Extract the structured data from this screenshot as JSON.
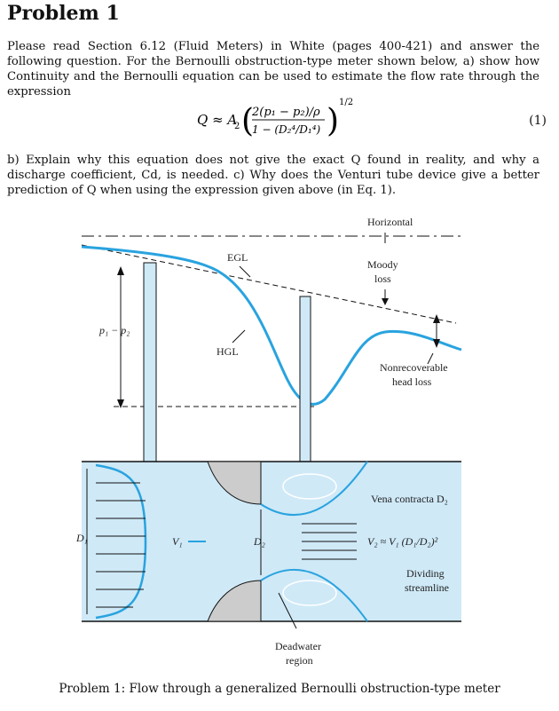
{
  "title": "Problem 1",
  "intro_paragraph": "Please read Section 6.12 (Fluid Meters) in White (pages 400-421) and answer the following question. For the Bernoulli obstruction-type meter shown below, a) show how Continuity and the Bernoulli equation can be used to estimate the flow rate through the expression",
  "equation": {
    "lhs": "Q ≈ A",
    "lhs_sub": "2",
    "numerator": "2(p₁ − p₂)/ρ",
    "denominator": "1 − (D₂⁴/D₁⁴)",
    "exponent": "1/2",
    "number": "(1)"
  },
  "question_paragraph": "b) Explain why this equation does not give the exact Q found in reality, and why a discharge coefficient, Cd, is needed. c) Why does the Venturi tube device give a better prediction of Q when using the expression given above (in Eq. 1).",
  "figure": {
    "labels": {
      "horizontal": "Horizontal",
      "egl": "EGL",
      "moody_loss_line1": "Moody",
      "moody_loss_line2": "loss",
      "p1_p2": "p₁ − p₂",
      "hgl": "HGL",
      "nonrecoverable_line1": "Nonrecoverable",
      "nonrecoverable_line2": "head loss",
      "vena_contracta": "Vena contracta D₂",
      "d1": "D₁",
      "v1": "V₁",
      "d2": "D₂",
      "v2_relation": "V₂ ≈ V₁ (D₁/D₂)²",
      "dividing_line1": "Dividing",
      "dividing_line2": "streamline",
      "deadwater_line1": "Deadwater",
      "deadwater_line2": "region"
    },
    "colors": {
      "fluid": "#cfe9f7",
      "line": "#29a3df",
      "obstruction": "#cccccc"
    }
  },
  "caption": "Problem 1: Flow through a generalized Bernoulli obstruction-type meter"
}
